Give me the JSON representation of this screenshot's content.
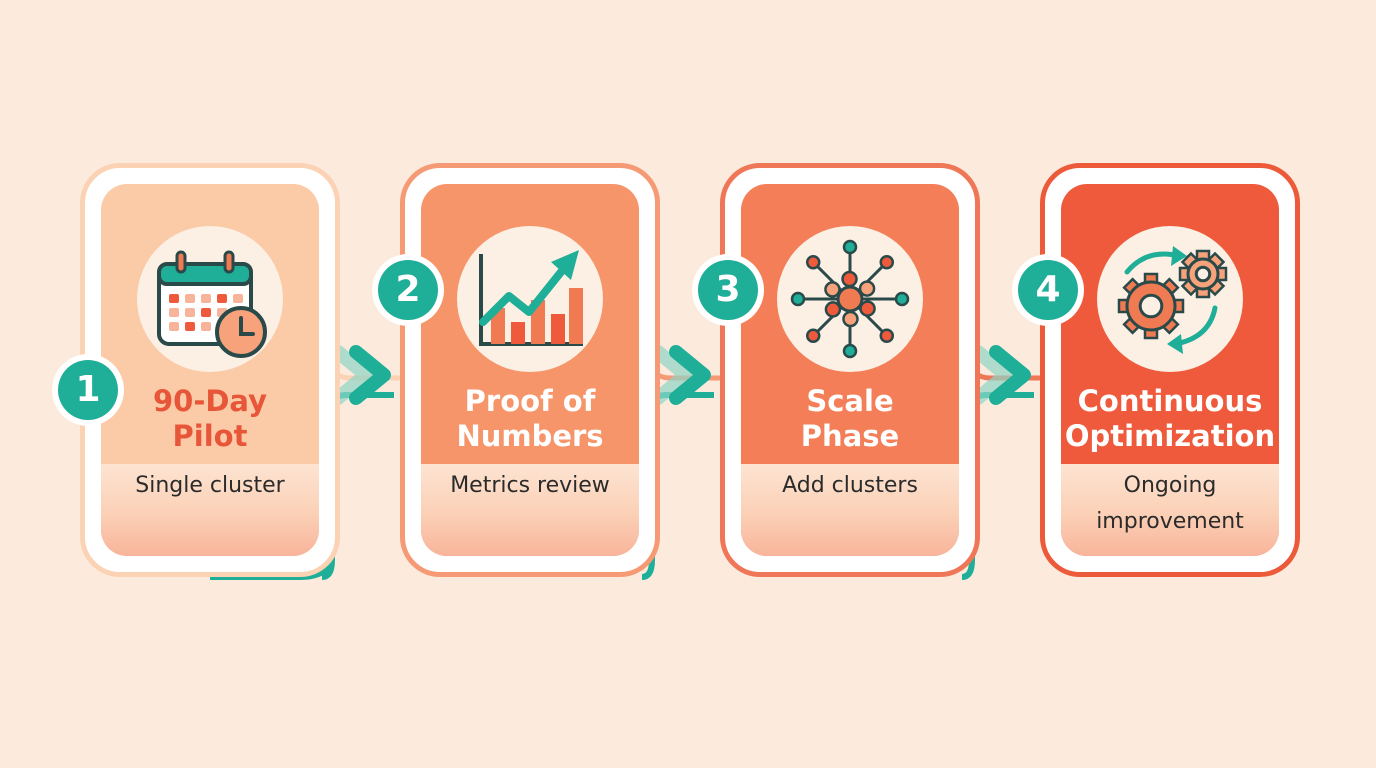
{
  "colors": {
    "background": "#fcebdc",
    "teal": "#1fae98",
    "ink": "#2a4a4a",
    "card_white": "#ffffff"
  },
  "stages": [
    {
      "number": "1",
      "title_lines": [
        "90-Day",
        "Pilot"
      ],
      "caption_lines": [
        "Single cluster"
      ],
      "icon": "calendar-clock-icon",
      "card_fill": "#fbcaa6",
      "card_outline": "#fcd2b4",
      "title_color": "#e8563a"
    },
    {
      "number": "2",
      "title_lines": [
        "Proof of",
        "Numbers"
      ],
      "caption_lines": [
        "Metrics review"
      ],
      "icon": "growth-chart-icon",
      "card_fill": "#f7956a",
      "card_outline": "#f59a74",
      "title_color": "#ffffff"
    },
    {
      "number": "3",
      "title_lines": [
        "Scale",
        "Phase"
      ],
      "caption_lines": [
        "Add clusters"
      ],
      "icon": "network-hub-icon",
      "card_fill": "#f47e58",
      "card_outline": "#ef7656",
      "title_color": "#ffffff"
    },
    {
      "number": "4",
      "title_lines": [
        "Continuous",
        "Optimization"
      ],
      "caption_lines": [
        "Ongoing",
        "improvement"
      ],
      "icon": "gears-cycle-icon",
      "card_fill": "#ee5a3b",
      "card_outline": "#ec5a3a",
      "title_color": "#ffffff"
    }
  ]
}
